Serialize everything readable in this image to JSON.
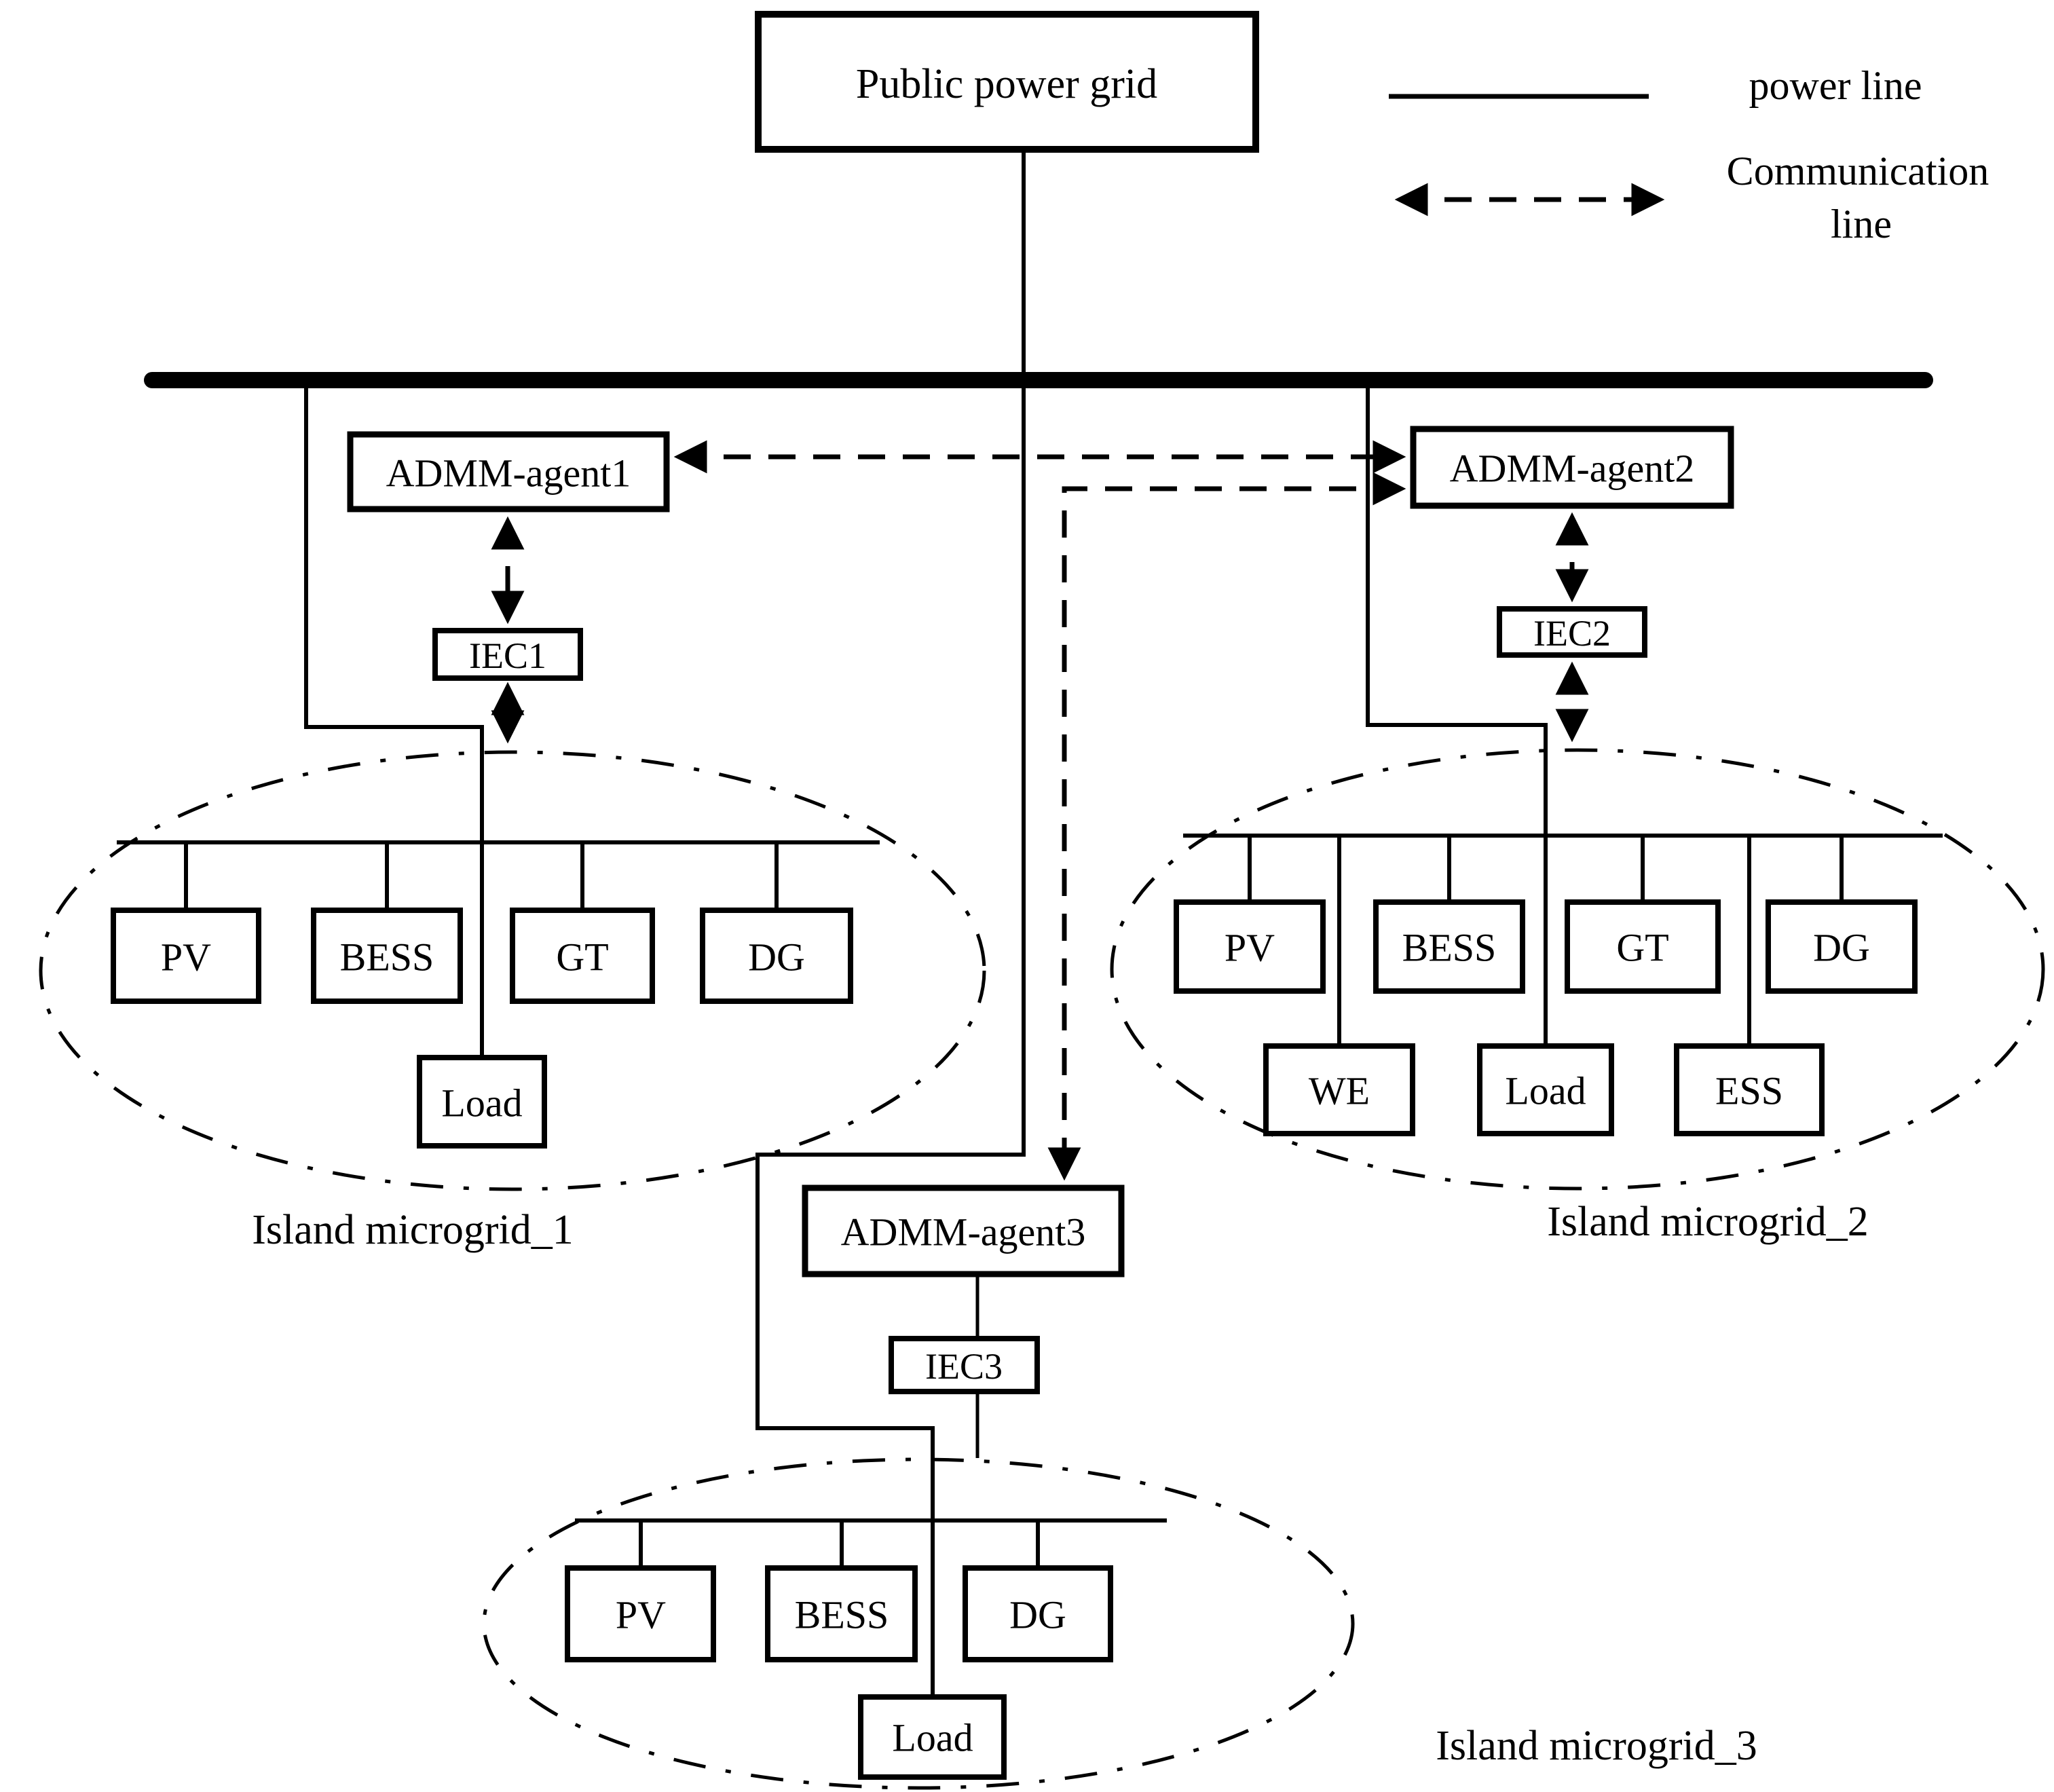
{
  "page": {
    "background": "#ffffff",
    "line_color": "#000000"
  },
  "grid": {
    "label": "Public power grid"
  },
  "legend": {
    "power_line_label": "power line",
    "communication_label_line1": "Communication",
    "communication_label_line2": "line"
  },
  "agents": [
    {
      "label": "ADMM-agent1"
    },
    {
      "label": "ADMM-agent2"
    },
    {
      "label": "ADMM-agent3"
    }
  ],
  "iecs": [
    {
      "label": "IEC1"
    },
    {
      "label": "IEC2"
    },
    {
      "label": "IEC3"
    }
  ],
  "microgrids": [
    {
      "label": "Island microgrid_1",
      "row1": [
        "PV",
        "BESS",
        "GT",
        "DG"
      ],
      "row2": [
        "Load"
      ]
    },
    {
      "label": "Island microgrid_2",
      "row1": [
        "PV",
        "BESS",
        "GT",
        "DG"
      ],
      "row2": [
        "WE",
        "Load",
        "ESS"
      ]
    },
    {
      "label": "Island microgrid_3",
      "row1": [
        "PV",
        "BESS",
        "DG"
      ],
      "row2": [
        "Load"
      ]
    }
  ]
}
